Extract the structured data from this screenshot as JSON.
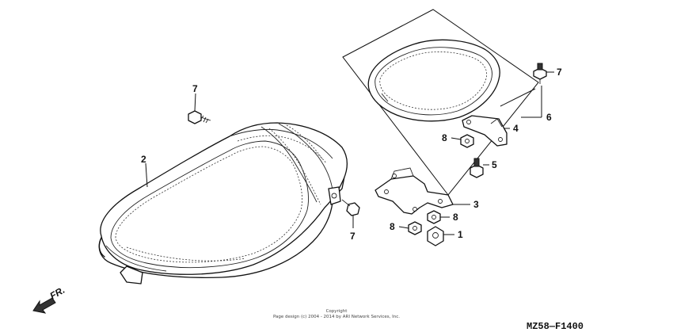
{
  "callouts": {
    "c1": "1",
    "c2": "2",
    "c3": "3",
    "c4": "4",
    "c5": "5",
    "c6": "6",
    "c7a": "7",
    "c7b": "7",
    "c7c": "7",
    "c8a": "8",
    "c8b": "8",
    "c8c": "8"
  },
  "direction_label": "FR.",
  "copyright": {
    "line1": "Copyright",
    "line2": "Page design (c) 2004 - 2014 by ARI Network Services, Inc."
  },
  "diagram_code": "MZ58—F1400"
}
